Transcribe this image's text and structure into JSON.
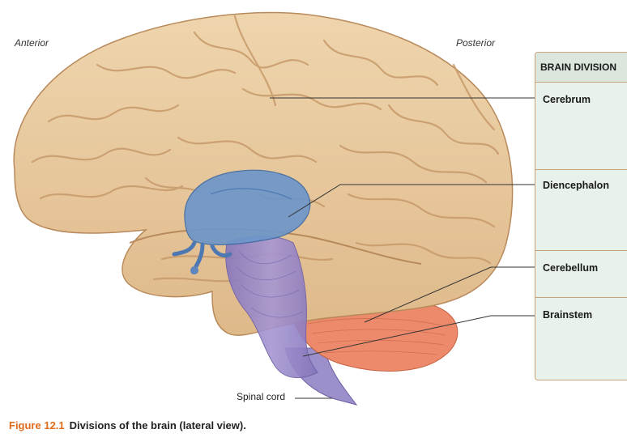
{
  "orientation": {
    "anterior": "Anterior",
    "posterior": "Posterior"
  },
  "table": {
    "header": "BRAIN DIVISION",
    "rows": [
      {
        "label": "Cerebrum"
      },
      {
        "label": "Diencephalon"
      },
      {
        "label": "Cerebellum"
      },
      {
        "label": "Brainstem"
      }
    ]
  },
  "labels": {
    "spinal_cord": "Spinal cord"
  },
  "caption": {
    "number": "Figure 12.1",
    "text": "Divisions of the brain (lateral view)."
  },
  "colors": {
    "cerebrum": "#e8c9a0",
    "diencephalon": "#6d96c9",
    "cerebellum": "#ec8a6b",
    "brainstem": "#9b8bc6",
    "table_bg": "#e8f1ea",
    "caption_number": "#e06b1a"
  }
}
